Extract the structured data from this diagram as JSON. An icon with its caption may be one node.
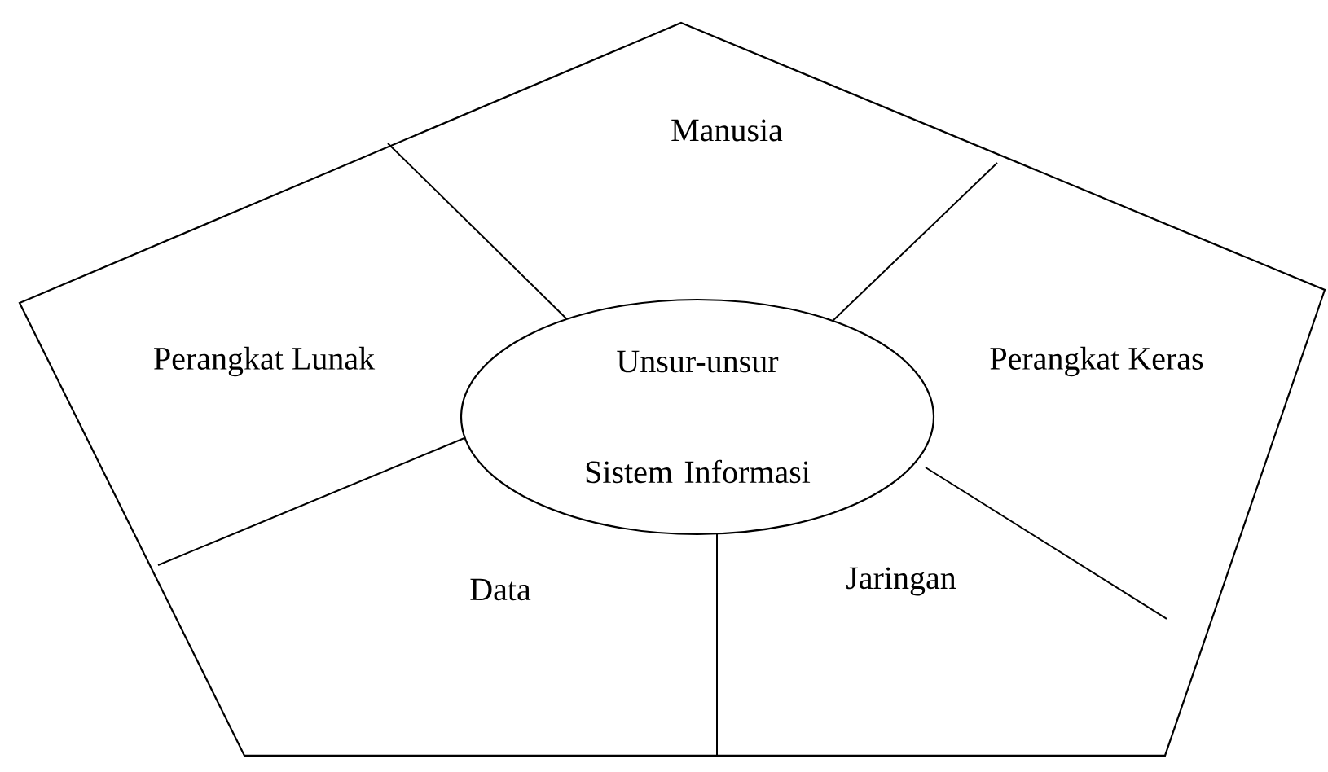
{
  "diagram": {
    "nodes": [
      {
        "text": [],
        "shape": "pentagon"
      },
      {
        "text": [
          "Manusia"
        ],
        "in": 0
      },
      {
        "text": [
          "Perangkat Lunak"
        ],
        "in": 0
      },
      {
        "text": [
          "Unsur-unsur Sistem Informasi"
        ],
        "in": 0
      },
      {
        "text": [
          "Perangkat Keras"
        ],
        "in": 0
      },
      {
        "text": [
          "Data"
        ],
        "in": 0
      },
      {
        "text": [
          "Jaringan"
        ],
        "in": 0
      }
    ]
  }
}
